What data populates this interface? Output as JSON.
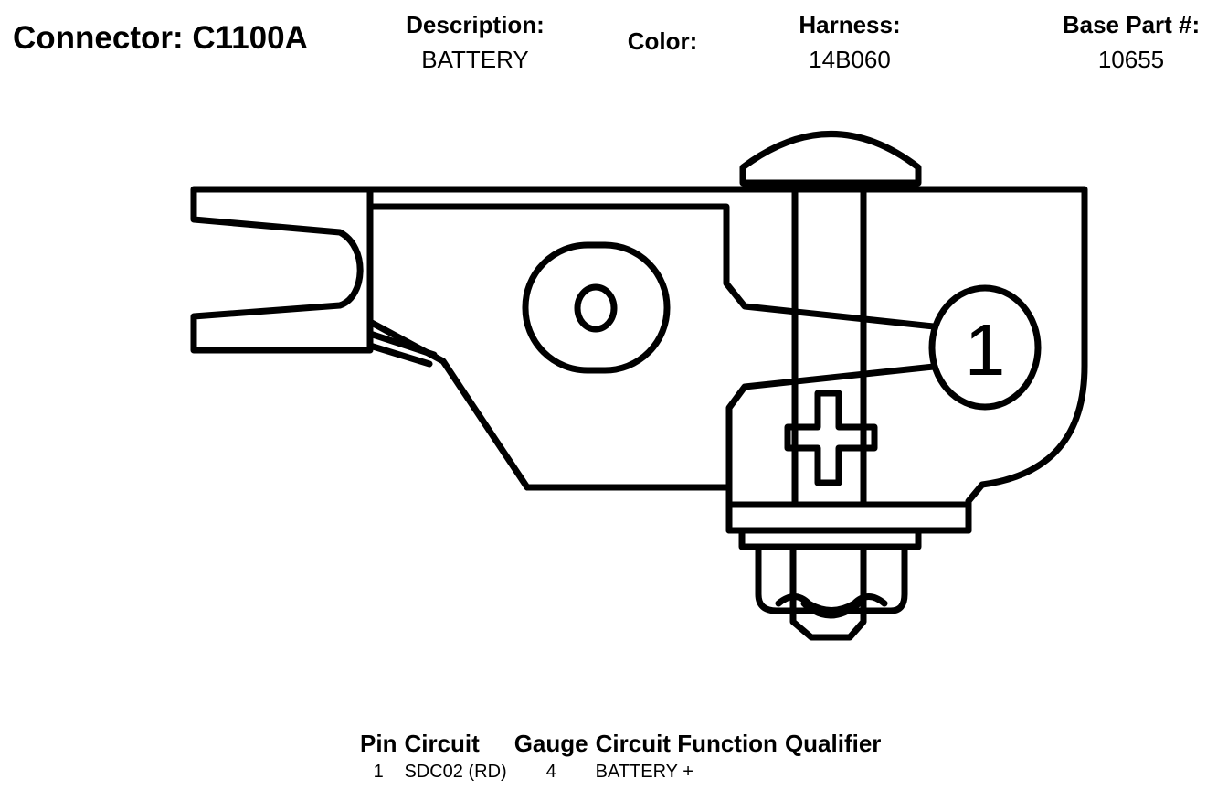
{
  "header": {
    "connector_title": "Connector: C1100A",
    "description_label": "Description:",
    "description_value": "BATTERY",
    "color_label": "Color:",
    "harness_label": "Harness:",
    "harness_value": "14B060",
    "base_part_label": "Base Part #:",
    "base_part_value": "10655"
  },
  "diagram": {
    "pin_callout": "1"
  },
  "pin_table": {
    "columns": [
      "Pin",
      "Circuit",
      "Gauge",
      "Circuit Function",
      "Qualifier"
    ],
    "rows": [
      {
        "pin": "1",
        "circuit": "SDC02 (RD)",
        "gauge": "4",
        "function": "BATTERY +",
        "qualifier": ""
      }
    ]
  }
}
